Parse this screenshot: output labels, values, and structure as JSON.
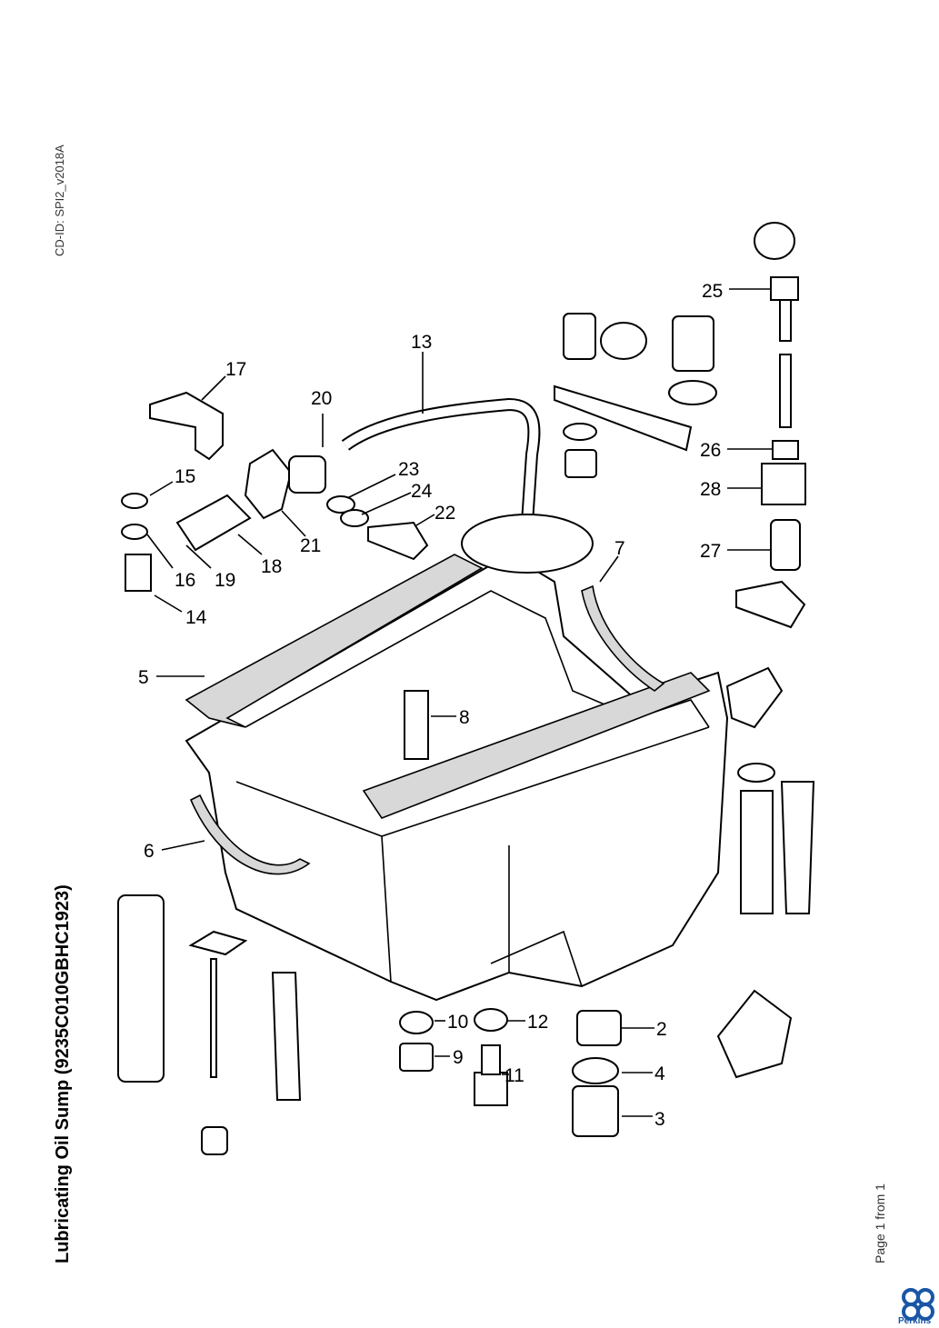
{
  "header": {
    "cd_id": "CD-ID: SPI2_v2018A"
  },
  "title": "Lubricating Oil Sump (9235C010GBHC1923)",
  "footer": {
    "page": "Page 1 from 1",
    "brand": "Perkins"
  },
  "callouts": [
    "2",
    "3",
    "4",
    "5",
    "6",
    "7",
    "8",
    "9",
    "10",
    "11",
    "12",
    "13",
    "14",
    "15",
    "16",
    "17",
    "18",
    "19",
    "20",
    "21",
    "22",
    "23",
    "24",
    "25",
    "26",
    "27",
    "28"
  ],
  "colors": {
    "brand": "#1a56a6",
    "ink": "#000000"
  }
}
